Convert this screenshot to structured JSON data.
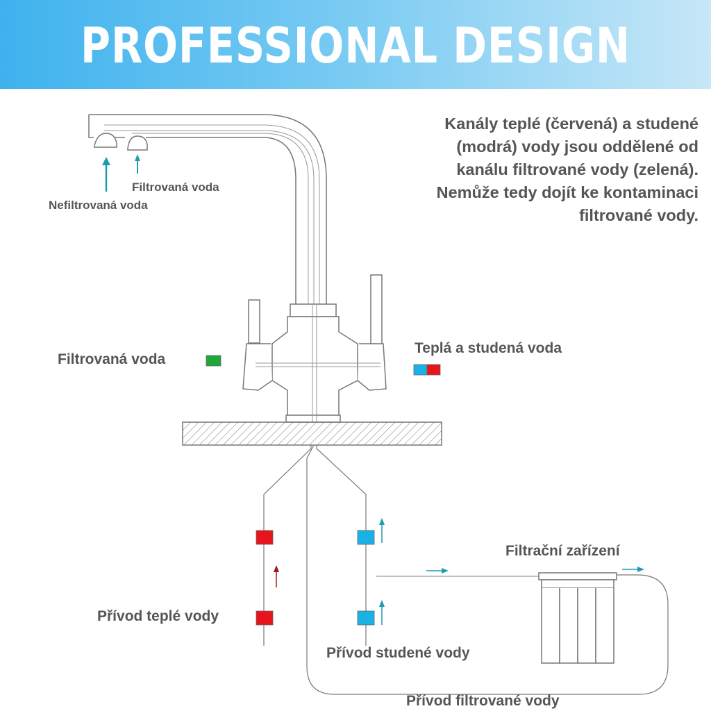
{
  "banner": {
    "title": "PROFESSIONAL DESIGN"
  },
  "description": [
    "Kanály teplé (červená) a studené",
    "(modrá) vody jsou oddělené od",
    "kanálu filtrované vody (zelená).",
    "Nemůže tedy dojít ke kontaminaci",
    "filtrované vody."
  ],
  "labels": {
    "spout_filtered": "Filtrovaná voda",
    "spout_unfiltered": "Nefiltrovaná voda",
    "filtered_water": "Filtrovaná voda",
    "hot_cold_water": "Teplá a studená voda",
    "filter_unit": "Filtrační zařízení",
    "hot_supply": "Přívod teplé vody",
    "cold_supply": "Přívod studené vody",
    "filtered_supply": "Přívod filtrované vody"
  },
  "colors": {
    "hot": "#e8141c",
    "cold": "#19b2e6",
    "filtered": "#1fa83a",
    "flow_arrow": "#1f9bb0",
    "hot_arrow": "#a01818",
    "line": "#777777"
  }
}
